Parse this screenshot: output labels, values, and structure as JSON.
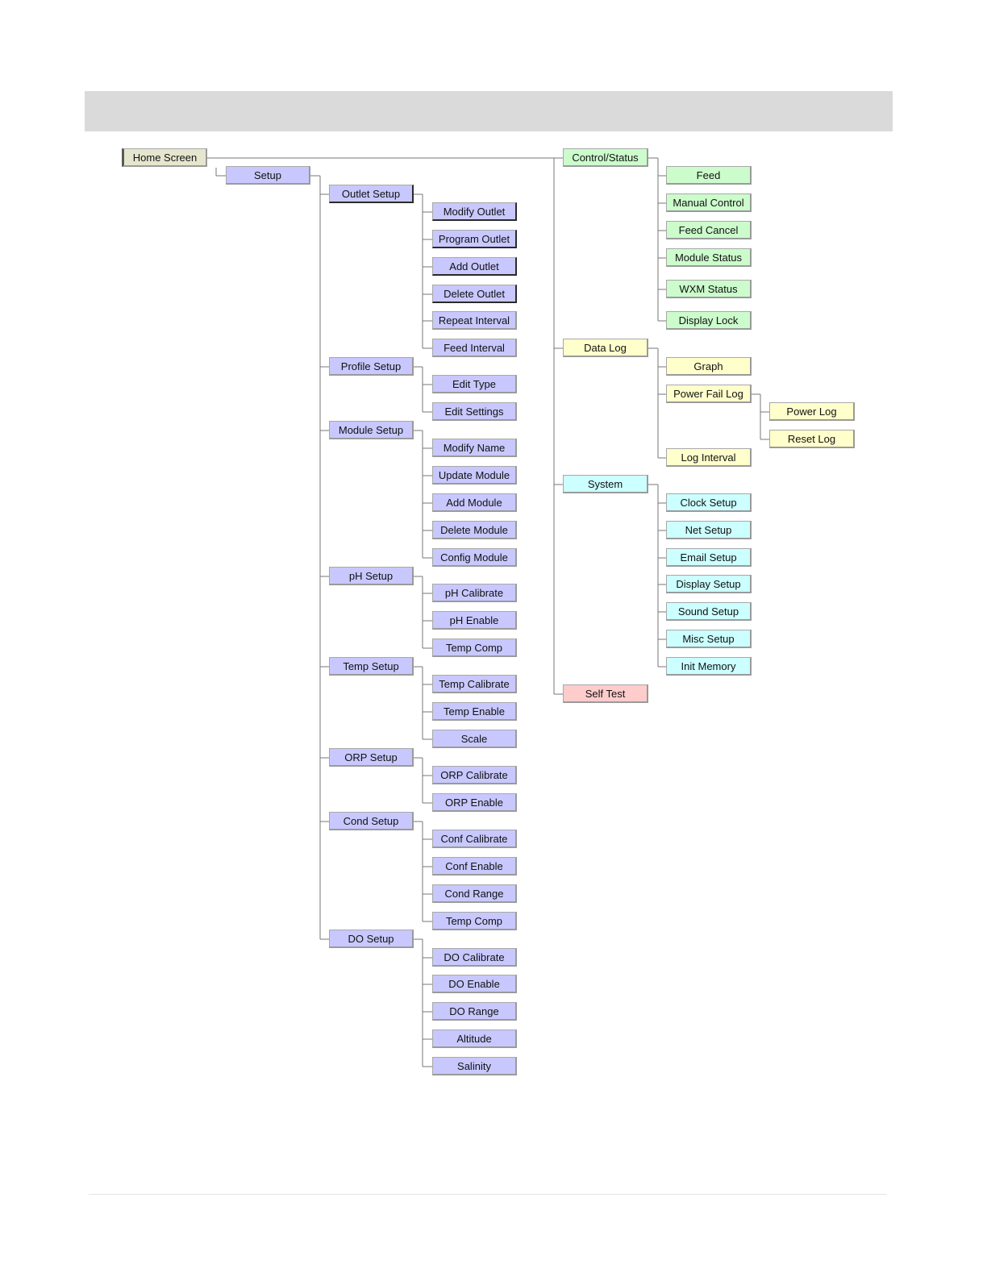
{
  "colors": {
    "home": "#e6e6cf",
    "setup": "#c8c8ff",
    "control": "#ccfccc",
    "datalog": "#ffffcc",
    "system": "#ccffff",
    "selftest": "#ffcccc",
    "connector": "#777777"
  },
  "nodes": {
    "home": "Home Screen",
    "setup": "Setup",
    "outlet_setup": "Outlet Setup",
    "modify_outlet": "Modify Outlet",
    "program_outlet": "Program Outlet",
    "add_outlet": "Add Outlet",
    "delete_outlet": "Delete Outlet",
    "repeat_interval": "Repeat Interval",
    "feed_interval": "Feed Interval",
    "profile_setup": "Profile Setup",
    "edit_type": "Edit Type",
    "edit_settings": "Edit Settings",
    "module_setup": "Module Setup",
    "modify_name": "Modify Name",
    "update_module": "Update Module",
    "add_module": "Add Module",
    "delete_module": "Delete Module",
    "config_module": "Config Module",
    "ph_setup": "pH Setup",
    "ph_calibrate": "pH Calibrate",
    "ph_enable": "pH Enable",
    "ph_temp_comp": "Temp Comp",
    "temp_setup": "Temp Setup",
    "temp_calibrate": "Temp Calibrate",
    "temp_enable": "Temp Enable",
    "scale": "Scale",
    "orp_setup": "ORP Setup",
    "orp_calibrate": "ORP Calibrate",
    "orp_enable": "ORP Enable",
    "cond_setup": "Cond Setup",
    "conf_calibrate": "Conf Calibrate",
    "conf_enable": "Conf Enable",
    "cond_range": "Cond Range",
    "cond_temp_comp": "Temp Comp",
    "do_setup": "DO Setup",
    "do_calibrate": "DO Calibrate",
    "do_enable": "DO Enable",
    "do_range": "DO Range",
    "altitude": "Altitude",
    "salinity": "Salinity",
    "control_status": "Control/Status",
    "feed": "Feed",
    "manual_control": "Manual Control",
    "feed_cancel": "Feed Cancel",
    "module_status": "Module Status",
    "wxm_status": "WXM Status",
    "display_lock": "Display Lock",
    "data_log": "Data Log",
    "graph": "Graph",
    "power_fail_log": "Power Fail Log",
    "power_log": "Power Log",
    "reset_log": "Reset Log",
    "log_interval": "Log Interval",
    "system": "System",
    "clock_setup": "Clock Setup",
    "net_setup": "Net Setup",
    "email_setup": "Email Setup",
    "display_setup": "Display Setup",
    "sound_setup": "Sound Setup",
    "misc_setup": "Misc Setup",
    "init_memory": "Init Memory",
    "self_test": "Self Test"
  }
}
